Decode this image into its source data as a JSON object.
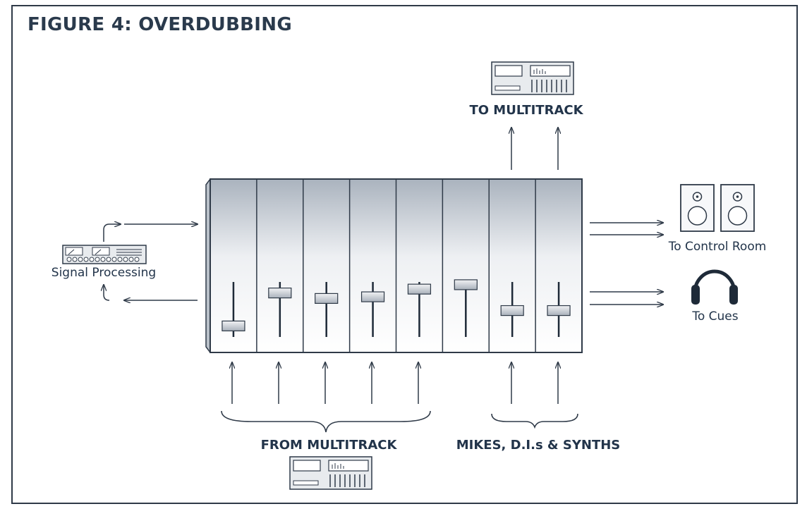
{
  "title": "FIGURE 4: OVERDUBBING",
  "labels": {
    "to_multitrack": "TO MULTITRACK",
    "from_multitrack": "FROM MULTITRACK",
    "mikes": "MIKES, D.I.s & SYNTHS",
    "signal_processing": "Signal Processing",
    "control_room": "To Control Room",
    "cues": "To Cues"
  },
  "mixer": {
    "channel_count": 8,
    "fader_levels": [
      0.2,
      0.8,
      0.7,
      0.73,
      0.87,
      0.95,
      0.48,
      0.48
    ]
  },
  "colors": {
    "line": "#2f3a48",
    "text": "#22344a"
  },
  "icons": [
    "multitrack-recorder-icon",
    "signal-processor-icon",
    "speaker-icon",
    "headphones-icon",
    "fader-icon",
    "arrow-icon",
    "brace-icon"
  ]
}
